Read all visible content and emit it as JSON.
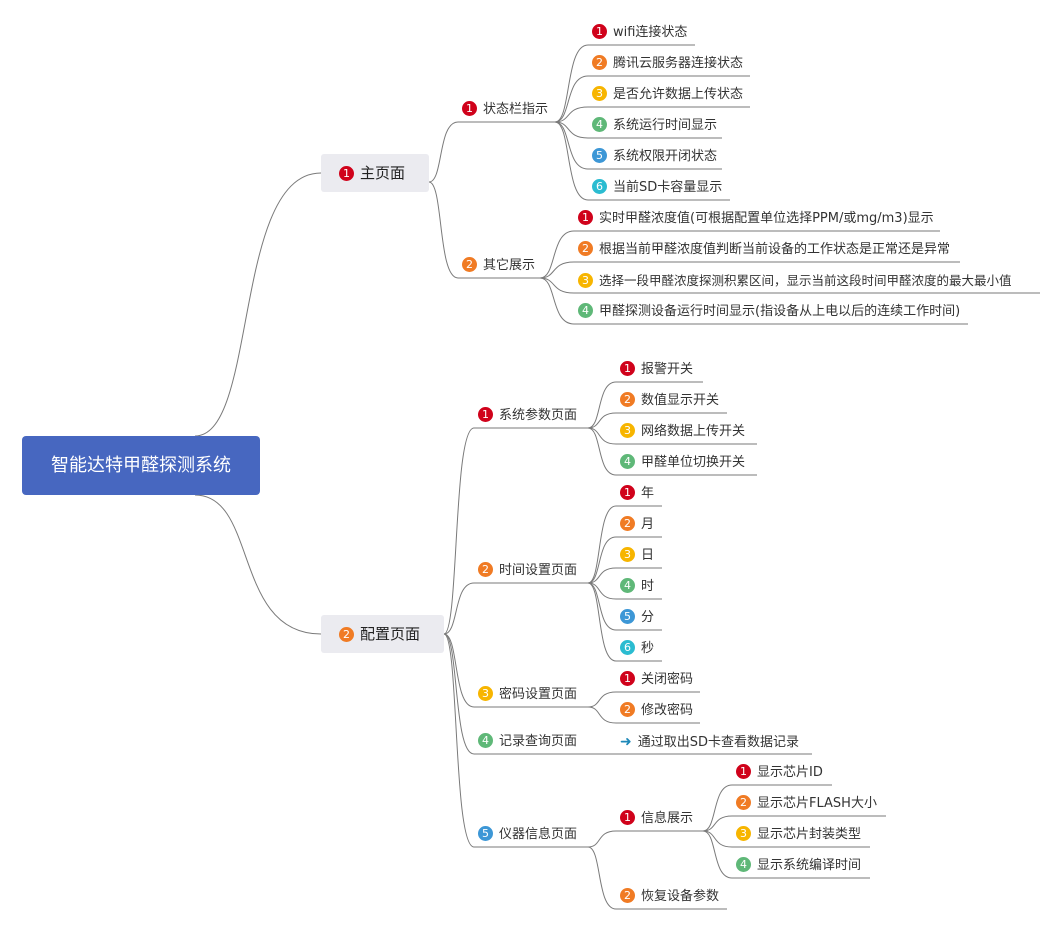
{
  "root": {
    "label": "智能达特甲醛探测系统"
  },
  "branches": [
    {
      "num": "1",
      "label": "主页面",
      "children": [
        {
          "num": "1",
          "label": "状态栏指示",
          "children": [
            {
              "num": "1",
              "label": "wifi连接状态"
            },
            {
              "num": "2",
              "label": "腾讯云服务器连接状态"
            },
            {
              "num": "3",
              "label": "是否允许数据上传状态"
            },
            {
              "num": "4",
              "label": "系统运行时间显示"
            },
            {
              "num": "5",
              "label": "系统权限开闭状态"
            },
            {
              "num": "6",
              "label": "当前SD卡容量显示"
            }
          ]
        },
        {
          "num": "2",
          "label": "其它展示",
          "children": [
            {
              "num": "1",
              "label": "实时甲醛浓度值(可根据配置单位选择PPM/或mg/m3)显示"
            },
            {
              "num": "2",
              "label": "根据当前甲醛浓度值判断当前设备的工作状态是正常还是异常"
            },
            {
              "num": "3",
              "label": "选择一段甲醛浓度探测积累区间，显示当前这段时间甲醛浓度的最大最小值"
            },
            {
              "num": "4",
              "label": "甲醛探测设备运行时间显示(指设备从上电以后的连续工作时间)"
            }
          ]
        }
      ]
    },
    {
      "num": "2",
      "label": "配置页面",
      "children": [
        {
          "num": "1",
          "label": "系统参数页面",
          "children": [
            {
              "num": "1",
              "label": "报警开关"
            },
            {
              "num": "2",
              "label": "数值显示开关"
            },
            {
              "num": "3",
              "label": "网络数据上传开关"
            },
            {
              "num": "4",
              "label": "甲醛单位切换开关"
            }
          ]
        },
        {
          "num": "2",
          "label": "时间设置页面",
          "children": [
            {
              "num": "1",
              "label": "年"
            },
            {
              "num": "2",
              "label": "月"
            },
            {
              "num": "3",
              "label": "日"
            },
            {
              "num": "4",
              "label": "时"
            },
            {
              "num": "5",
              "label": "分"
            },
            {
              "num": "6",
              "label": "秒"
            }
          ]
        },
        {
          "num": "3",
          "label": "密码设置页面",
          "children": [
            {
              "num": "1",
              "label": "关闭密码"
            },
            {
              "num": "2",
              "label": "修改密码"
            }
          ]
        },
        {
          "num": "4",
          "label": "记录查询页面",
          "children": [
            {
              "icon": "arrow-right-icon",
              "label": "通过取出SD卡查看数据记录"
            }
          ]
        },
        {
          "num": "5",
          "label": "仪器信息页面",
          "children": [
            {
              "num": "1",
              "label": "信息展示",
              "children": [
                {
                  "num": "1",
                  "label": "显示芯片ID"
                },
                {
                  "num": "2",
                  "label": "显示芯片FLASH大小"
                },
                {
                  "num": "3",
                  "label": "显示芯片封装类型"
                },
                {
                  "num": "4",
                  "label": "显示系统编译时间"
                }
              ]
            },
            {
              "num": "2",
              "label": "恢复设备参数"
            }
          ]
        }
      ]
    }
  ]
}
